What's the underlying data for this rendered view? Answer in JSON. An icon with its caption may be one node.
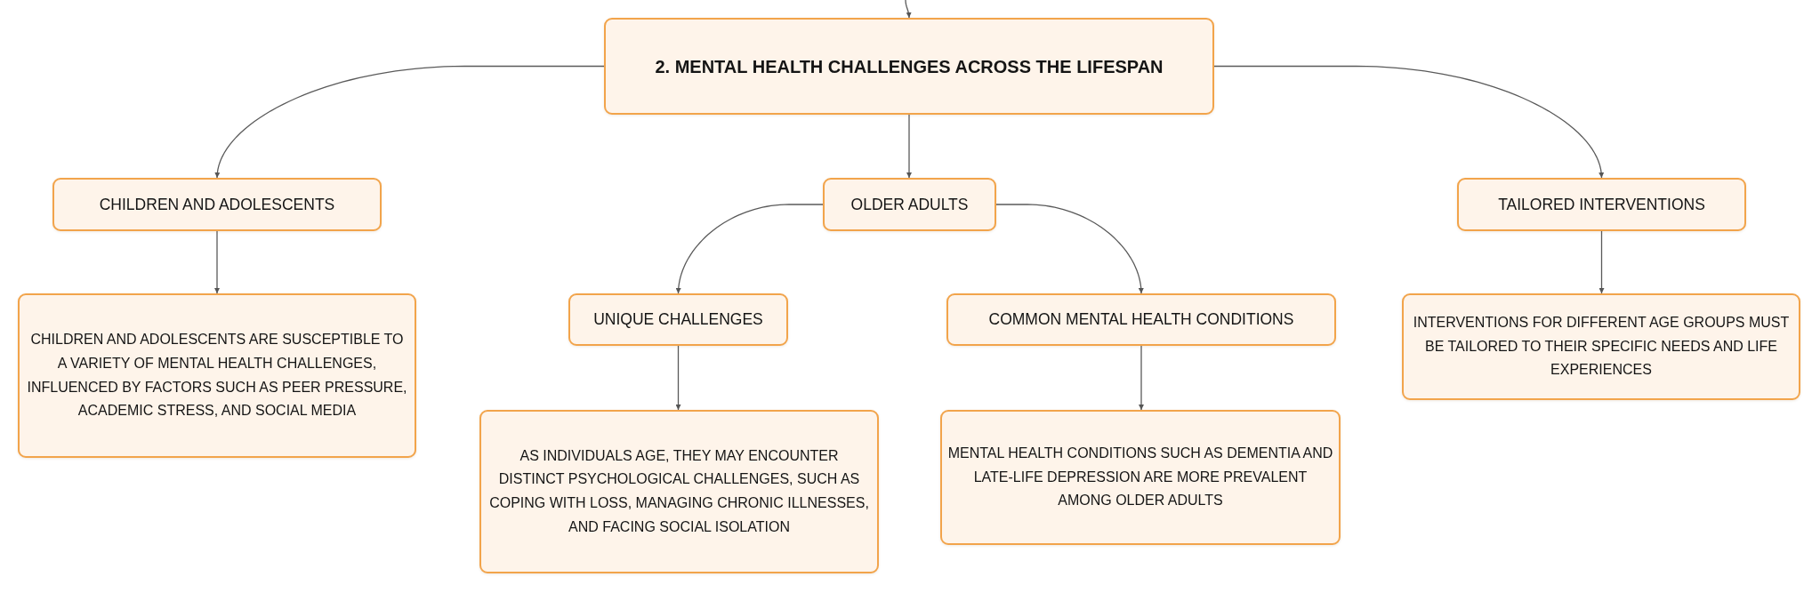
{
  "diagram": {
    "nodes": [
      {
        "text": [
          "2. MENTAL HEALTH CHALLENGES ACROSS THE LIFESPAN"
        ]
      },
      {
        "text": [
          "CHILDREN AND ADOLESCENTS"
        ]
      },
      {
        "text": [
          "OLDER ADULTS"
        ]
      },
      {
        "text": [
          "TAILORED INTERVENTIONS"
        ]
      },
      {
        "text": [
          "CHILDREN AND ADOLESCENTS ARE SUSCEPTIBLE TO A VARIETY OF MENTAL HEALTH CHALLENGES, INFLUENCED BY FACTORS SUCH AS PEER PRESSURE, ACADEMIC STRESS, AND SOCIAL MEDIA"
        ]
      },
      {
        "text": [
          "UNIQUE CHALLENGES"
        ]
      },
      {
        "text": [
          "COMMON MENTAL HEALTH CONDITIONS"
        ]
      },
      {
        "text": [
          "INTERVENTIONS FOR DIFFERENT AGE GROUPS MUST BE TAILORED TO THEIR SPECIFIC NEEDS AND LIFE EXPERIENCES"
        ]
      },
      {
        "text": [
          "AS INDIVIDUALS AGE, THEY MAY ENCOUNTER DISTINCT PSYCHOLOGICAL CHALLENGES, SUCH AS COPING WITH LOSS, MANAGING CHRONIC ILLNESSES, AND FACING SOCIAL ISOLATION"
        ]
      },
      {
        "text": [
          "MENTAL HEALTH CONDITIONS SUCH AS DEMENTIA AND LATE-LIFE DEPRESSION ARE MORE PREVALENT AMONG OLDER ADULTS"
        ]
      }
    ],
    "edges": [
      {
        "from": null,
        "to": 0,
        "arrow": "to"
      },
      {
        "from": 0,
        "to": 1,
        "arrow": "to"
      },
      {
        "from": 0,
        "to": 2,
        "arrow": "to"
      },
      {
        "from": 0,
        "to": 3,
        "arrow": "to"
      },
      {
        "from": 1,
        "to": 4,
        "arrow": "to"
      },
      {
        "from": 2,
        "to": 5,
        "arrow": "to"
      },
      {
        "from": 2,
        "to": 6,
        "arrow": "to"
      },
      {
        "from": 3,
        "to": 7,
        "arrow": "to"
      },
      {
        "from": 5,
        "to": 8,
        "arrow": "to"
      },
      {
        "from": 6,
        "to": 9,
        "arrow": "to"
      }
    ]
  }
}
